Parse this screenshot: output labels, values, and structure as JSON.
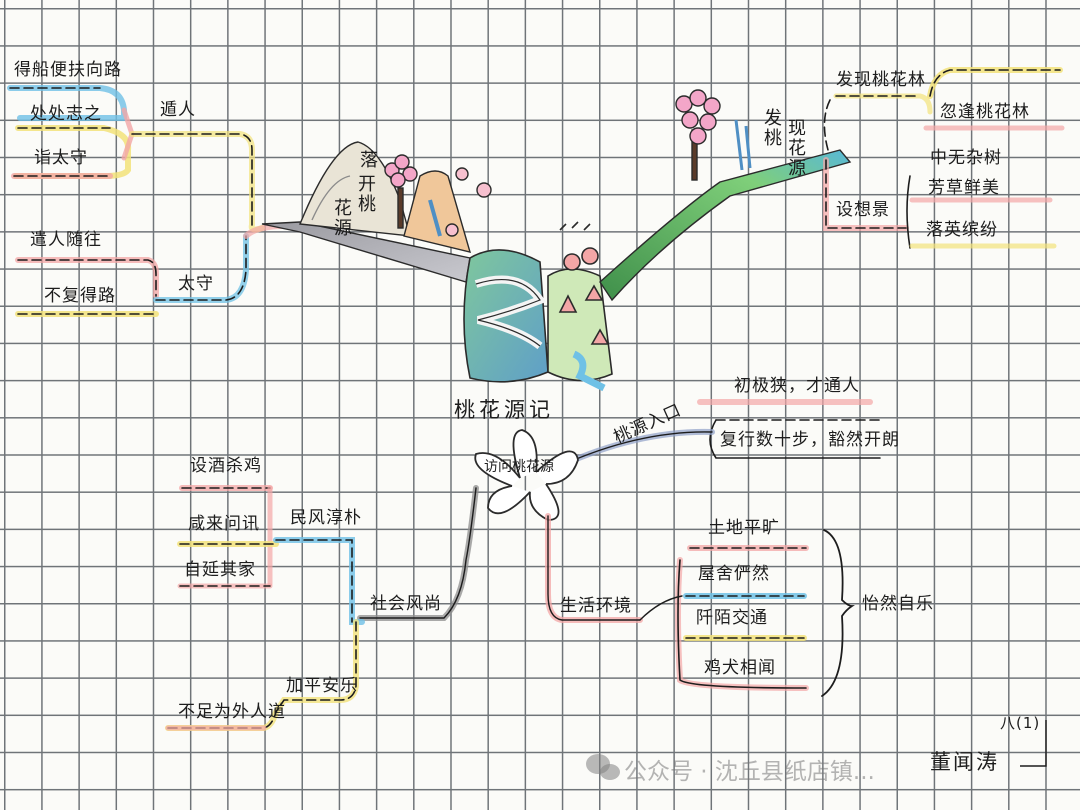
{
  "title": "桃花源记",
  "center": "访问桃花源",
  "peach_blossom_labels": {
    "col1": "落",
    "col2": "开桃",
    "col3": "花源"
  },
  "discover_vertical": {
    "col1": "发桃",
    "col2": "现花源"
  },
  "left_top": {
    "n1": "得船便扶向路",
    "n2": "处处志之",
    "n3": "诣太守",
    "out": "遁人"
  },
  "left_mid": {
    "n1": "遣人随往",
    "n2": "不复得路",
    "branch": "太守"
  },
  "right_top": {
    "head": "发现桃花林",
    "n1": "忽逢桃花林",
    "n2": "中无杂树",
    "n3": "芳草鲜美",
    "n4": "落英缤纷",
    "branch": "设想景"
  },
  "right_mid": {
    "head": "初极狭，才通人",
    "n1": "复行数十步，豁然开朗",
    "entrance": "桃源入口"
  },
  "left_bottom": {
    "n1": "设酒杀鸡",
    "n2": "咸来问讯",
    "n3": "自延其家",
    "n4": "不足为外人道",
    "b1": "民风淳朴",
    "b2": "加平安乐",
    "branch": "社会风尚"
  },
  "right_bottom": {
    "n1": "土地平旷",
    "n2": "屋舍俨然",
    "n3": "阡陌交通",
    "n4": "鸡犬相闻",
    "branch": "生活环境",
    "summary": "怡然自乐"
  },
  "author": "董闻涛",
  "class_tag": "八(1)",
  "watermark": "公众号 · 沈丘县纸店镇... ",
  "colors": {
    "ink": "#1d1d1d",
    "pink": "#f3a6a6",
    "yellow": "#f2e27a",
    "blue": "#6fc1e6",
    "green": "#6fbf6a"
  }
}
